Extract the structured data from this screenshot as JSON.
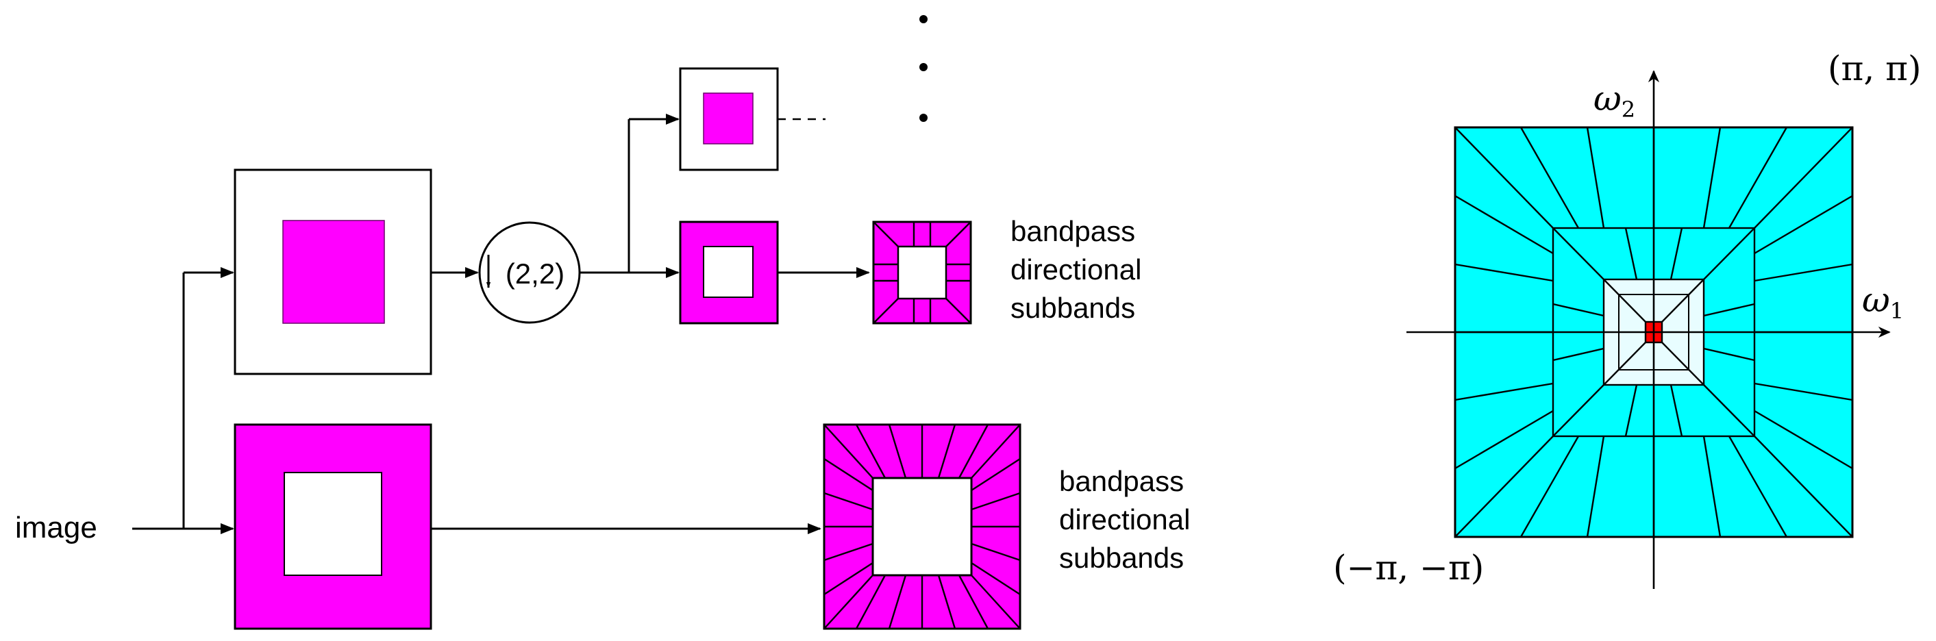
{
  "labels": {
    "input": "image",
    "downsampler": "(2,2)",
    "subbands_upper": [
      "bandpass",
      "directional",
      "subbands"
    ],
    "subbands_lower": [
      "bandpass",
      "directional",
      "subbands"
    ]
  },
  "frequency_plane": {
    "axis_x_symbol": "ω",
    "axis_x_index": "1",
    "axis_y_symbol": "ω",
    "axis_y_index": "2",
    "corner_top_right": "(π, π)",
    "corner_bottom_left": "(−π, −π)"
  },
  "colors": {
    "magenta": "#ff00ff",
    "cyan": "#00ffff",
    "light_cyan": "#e8fdff",
    "red": "#ff0000",
    "line": "#000000"
  }
}
